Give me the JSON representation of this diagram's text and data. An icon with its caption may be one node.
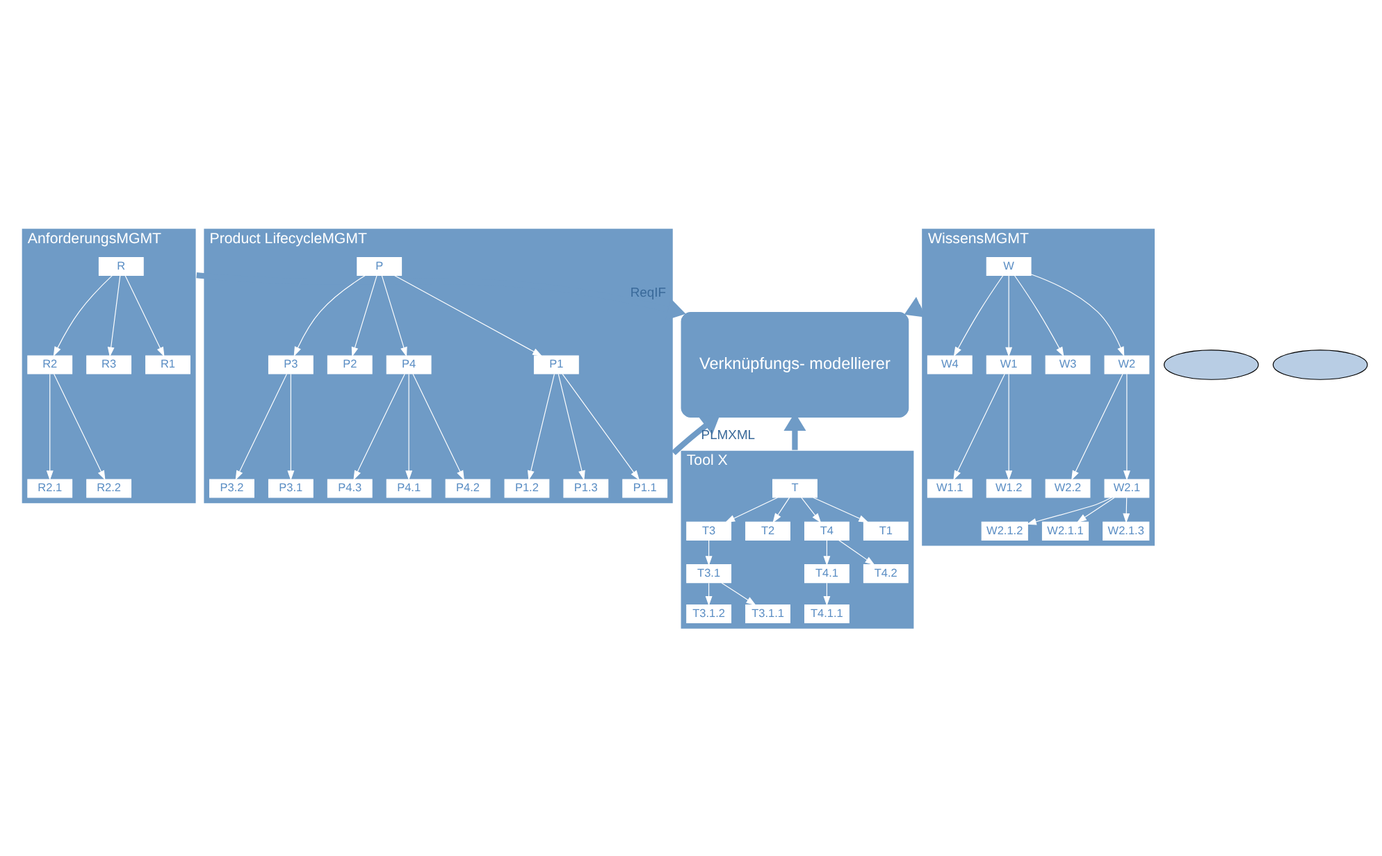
{
  "diagram": {
    "nodes": [
      {
        "text": [
          "AnforderungsMGMT"
        ]
      },
      {
        "text": [
          "R"
        ],
        "in": 0
      },
      {
        "text": [
          "R1"
        ],
        "in": 0
      },
      {
        "text": [
          "R2"
        ],
        "in": 0
      },
      {
        "text": [
          "R2.1"
        ],
        "in": 0
      },
      {
        "text": [
          "R2.2"
        ],
        "in": 0
      },
      {
        "text": [
          "R3"
        ],
        "in": 0
      },
      {
        "text": [
          "WissensMGMT"
        ]
      },
      {
        "text": [
          "W"
        ],
        "in": 7
      },
      {
        "text": [
          "W2"
        ],
        "in": 7
      },
      {
        "text": [
          "W4"
        ],
        "in": 7
      },
      {
        "text": [
          "W1"
        ],
        "in": 7
      },
      {
        "text": [
          "W3"
        ],
        "in": 7
      },
      {
        "text": [
          "W2.2"
        ],
        "in": 7
      },
      {
        "text": [
          "W2.1"
        ],
        "in": 7
      },
      {
        "text": [
          "W1.1"
        ],
        "in": 7
      },
      {
        "text": [
          "W1.2"
        ],
        "in": 7
      },
      {
        "text": [
          "W2.1.3"
        ],
        "in": 7
      },
      {
        "text": [
          "W2.1.2"
        ],
        "in": 7
      },
      {
        "text": [
          "W2.1.1"
        ],
        "in": 7
      },
      {
        "text": [],
        "shape": "ellipse"
      },
      {
        "text": [
          "Verknüpfungs- modellierer"
        ]
      },
      {
        "text": [
          "Product LifecycleMGMT"
        ]
      },
      {
        "text": [
          "P1.1"
        ],
        "in": 22
      },
      {
        "text": [
          "P1.2"
        ],
        "in": 22
      },
      {
        "text": [
          "P3.1"
        ],
        "in": 22
      },
      {
        "text": [
          "P1"
        ],
        "in": 22
      },
      {
        "text": [
          "P3"
        ],
        "in": 22
      },
      {
        "text": [
          "P3.2"
        ],
        "in": 22
      },
      {
        "text": [
          "P1.3"
        ],
        "in": 22
      },
      {
        "text": [
          "P"
        ],
        "in": 22
      },
      {
        "text": [
          "P4.2"
        ],
        "in": 22
      },
      {
        "text": [
          "P2"
        ],
        "in": 22
      },
      {
        "text": [
          "P4"
        ],
        "in": 22
      },
      {
        "text": [
          "P4.3"
        ],
        "in": 22
      },
      {
        "text": [
          "P4.1"
        ],
        "in": 22
      },
      {
        "text": [],
        "shape": "ellipse"
      },
      {
        "text": [
          "Tool X"
        ]
      },
      {
        "text": [
          "T"
        ],
        "in": 37
      },
      {
        "text": [
          "T2"
        ],
        "in": 37
      },
      {
        "text": [
          "T4"
        ],
        "in": 37
      },
      {
        "text": [
          "T1"
        ],
        "in": 37
      },
      {
        "text": [
          "T3"
        ],
        "in": 37
      },
      {
        "text": [
          "T4.2"
        ],
        "in": 37
      },
      {
        "text": [
          "T4.1"
        ],
        "in": 37
      },
      {
        "text": [
          "T3.1"
        ],
        "in": 37
      },
      {
        "text": [
          "T4.1.1"
        ],
        "in": 37
      },
      {
        "text": [
          "T3.1.2"
        ],
        "in": 37
      },
      {
        "text": [
          "T3.1.1"
        ],
        "in": 37
      }
    ],
    "edges": [
      {
        "from": 1,
        "to": 2,
        "arrow": "to"
      },
      {
        "from": 1,
        "to": 3,
        "arrow": "to"
      },
      {
        "from": 1,
        "to": 6,
        "arrow": "to"
      },
      {
        "from": 3,
        "to": 4,
        "arrow": "to"
      },
      {
        "from": 3,
        "to": 5,
        "arrow": "to"
      },
      {
        "from": 8,
        "to": 9,
        "arrow": "to"
      },
      {
        "from": 8,
        "to": 10,
        "arrow": "to"
      },
      {
        "from": 8,
        "to": 11,
        "arrow": "to"
      },
      {
        "from": 8,
        "to": 12,
        "arrow": "to"
      },
      {
        "from": 9,
        "to": 13,
        "arrow": "to"
      },
      {
        "from": 9,
        "to": 14,
        "arrow": "to"
      },
      {
        "from": 11,
        "to": 15,
        "arrow": "to"
      },
      {
        "from": 11,
        "to": 16,
        "arrow": "to"
      },
      {
        "from": 14,
        "to": 17,
        "arrow": "to"
      },
      {
        "from": 14,
        "to": 18,
        "arrow": "to"
      },
      {
        "from": 14,
        "to": 19,
        "arrow": "to"
      },
      {
        "from": 0,
        "to": 21,
        "arrow": "to",
        "label": "ReqIF",
        "style": "thick",
        "color": "#6f9bc6"
      },
      {
        "from": 7,
        "to": 21,
        "arrow": "to",
        "style": "thick",
        "color": "#6f9bc6"
      },
      {
        "from": 22,
        "to": 21,
        "arrow": "to",
        "label": "PLMXML",
        "style": "thick",
        "color": "#6f9bc6"
      },
      {
        "from": 37,
        "to": 21,
        "arrow": "to",
        "style": "thick",
        "color": "#6f9bc6"
      },
      {
        "from": 26,
        "to": 23,
        "arrow": "to"
      },
      {
        "from": 26,
        "to": 24,
        "arrow": "to"
      },
      {
        "from": 27,
        "to": 25,
        "arrow": "to"
      },
      {
        "from": 30,
        "to": 26,
        "arrow": "to"
      },
      {
        "from": 30,
        "to": 27,
        "arrow": "to"
      },
      {
        "from": 27,
        "to": 28,
        "arrow": "to"
      },
      {
        "from": 26,
        "to": 29,
        "arrow": "to"
      },
      {
        "from": 33,
        "to": 31,
        "arrow": "to"
      },
      {
        "from": 30,
        "to": 32,
        "arrow": "to"
      },
      {
        "from": 30,
        "to": 33,
        "arrow": "to"
      },
      {
        "from": 33,
        "to": 34,
        "arrow": "to"
      },
      {
        "from": 33,
        "to": 35,
        "arrow": "to"
      },
      {
        "from": 38,
        "to": 39,
        "arrow": "to"
      },
      {
        "from": 38,
        "to": 40,
        "arrow": "to"
      },
      {
        "from": 38,
        "to": 41,
        "arrow": "to"
      },
      {
        "from": 38,
        "to": 42,
        "arrow": "to"
      },
      {
        "from": 40,
        "to": 43,
        "arrow": "to"
      },
      {
        "from": 40,
        "to": 44,
        "arrow": "to"
      },
      {
        "from": 42,
        "to": 45,
        "arrow": "to"
      },
      {
        "from": 44,
        "to": 46,
        "arrow": "to"
      },
      {
        "from": 45,
        "to": 47,
        "arrow": "to"
      },
      {
        "from": 45,
        "to": 48,
        "arrow": "to"
      }
    ]
  }
}
